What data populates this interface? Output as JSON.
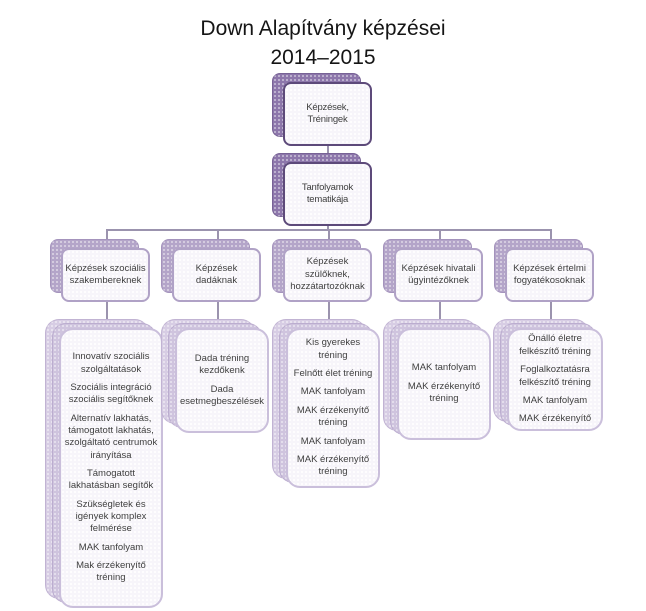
{
  "title": {
    "line1": "Down Alapítvány képzései",
    "line2": "2014–2015"
  },
  "root": {
    "label": "Képzések, Tréningek"
  },
  "level2": {
    "label": "Tanfolyamok tematikája"
  },
  "branches": [
    {
      "label": "Képzések szociális szakembereknek",
      "items": [
        "Innovatív szociális szolgáltatások",
        "Szociális integráció szociális segítőknek",
        "Alternatív lakhatás, támogatott lakhatás, szolgáltató centrumok irányítása",
        "Támogatott lakhatásban segítők",
        "Szükségletek és igények komplex felmérése",
        "MAK tanfolyam",
        "Mak érzékenyítő tréning"
      ]
    },
    {
      "label": "Képzések dadáknak",
      "items": [
        "Dada tréning kezdőkenk",
        "Dada esetmegbeszélések"
      ]
    },
    {
      "label": "Képzések szülőknek, hozzátartozóknak",
      "items": [
        "Kis gyerekes tréning",
        "Felnőtt élet  tréning",
        "MAK tanfolyam",
        "MAK érzékenyítő tréning",
        "MAK tanfolyam",
        "MAK érzékenyítő tréning"
      ]
    },
    {
      "label": "Képzések hivatali ügyintézőknek",
      "items": [
        "MAK tanfolyam",
        "MAK érzékenyítő tréning"
      ]
    },
    {
      "label": "Képzések értelmi fogyatékosoknak",
      "items": [
        "Önálló életre felkészítő tréning",
        "Foglalkoztatásra felkészítő tréning",
        "MAK tanfolyam",
        "MAK érzékenyítő"
      ]
    }
  ],
  "colors": {
    "dark_purple_border": "#5d4a7a",
    "medium_purple_fill": "#8d77ab",
    "light_purple_fill": "#b4a5c9",
    "pale_purple_fill": "#d7cde4",
    "connector_line": "#9b93ae",
    "text_color": "#3f3f3f"
  }
}
